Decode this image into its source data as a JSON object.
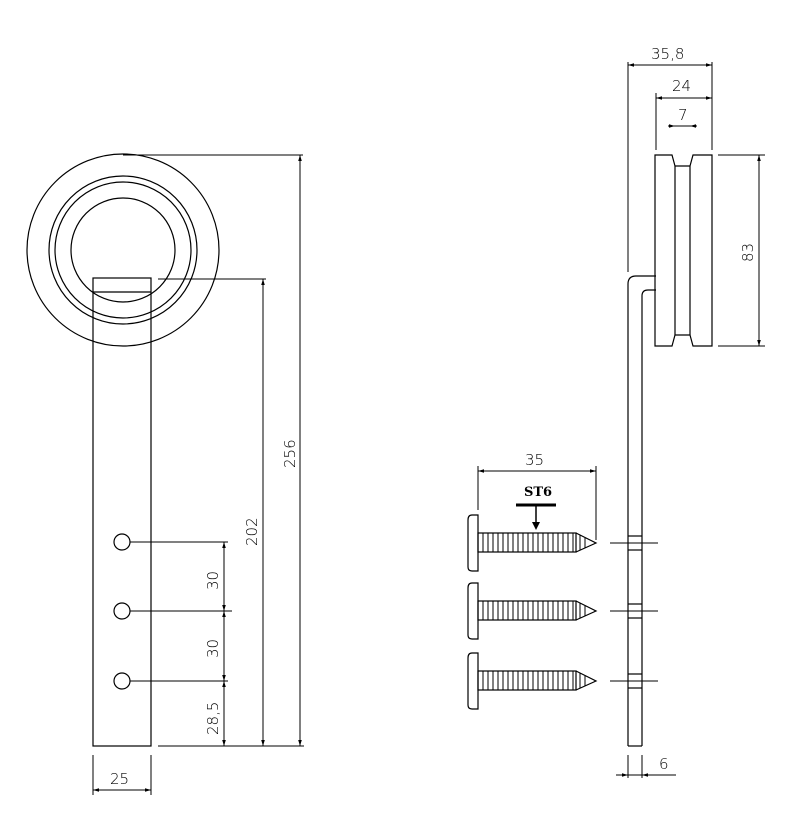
{
  "drawing": {
    "front_view": {
      "dims": {
        "total_height": "256",
        "strap_height": "202",
        "hole_spacing_1": "30",
        "hole_spacing_2": "30",
        "bottom_offset": "28,5",
        "strap_width": "25"
      }
    },
    "side_view": {
      "dims": {
        "total_width": "35,8",
        "wheel_width": "24",
        "groove_width": "7",
        "wheel_diameter": "83",
        "strap_thickness": "6",
        "screw_length": "35"
      },
      "screw_label": "ST6"
    }
  }
}
